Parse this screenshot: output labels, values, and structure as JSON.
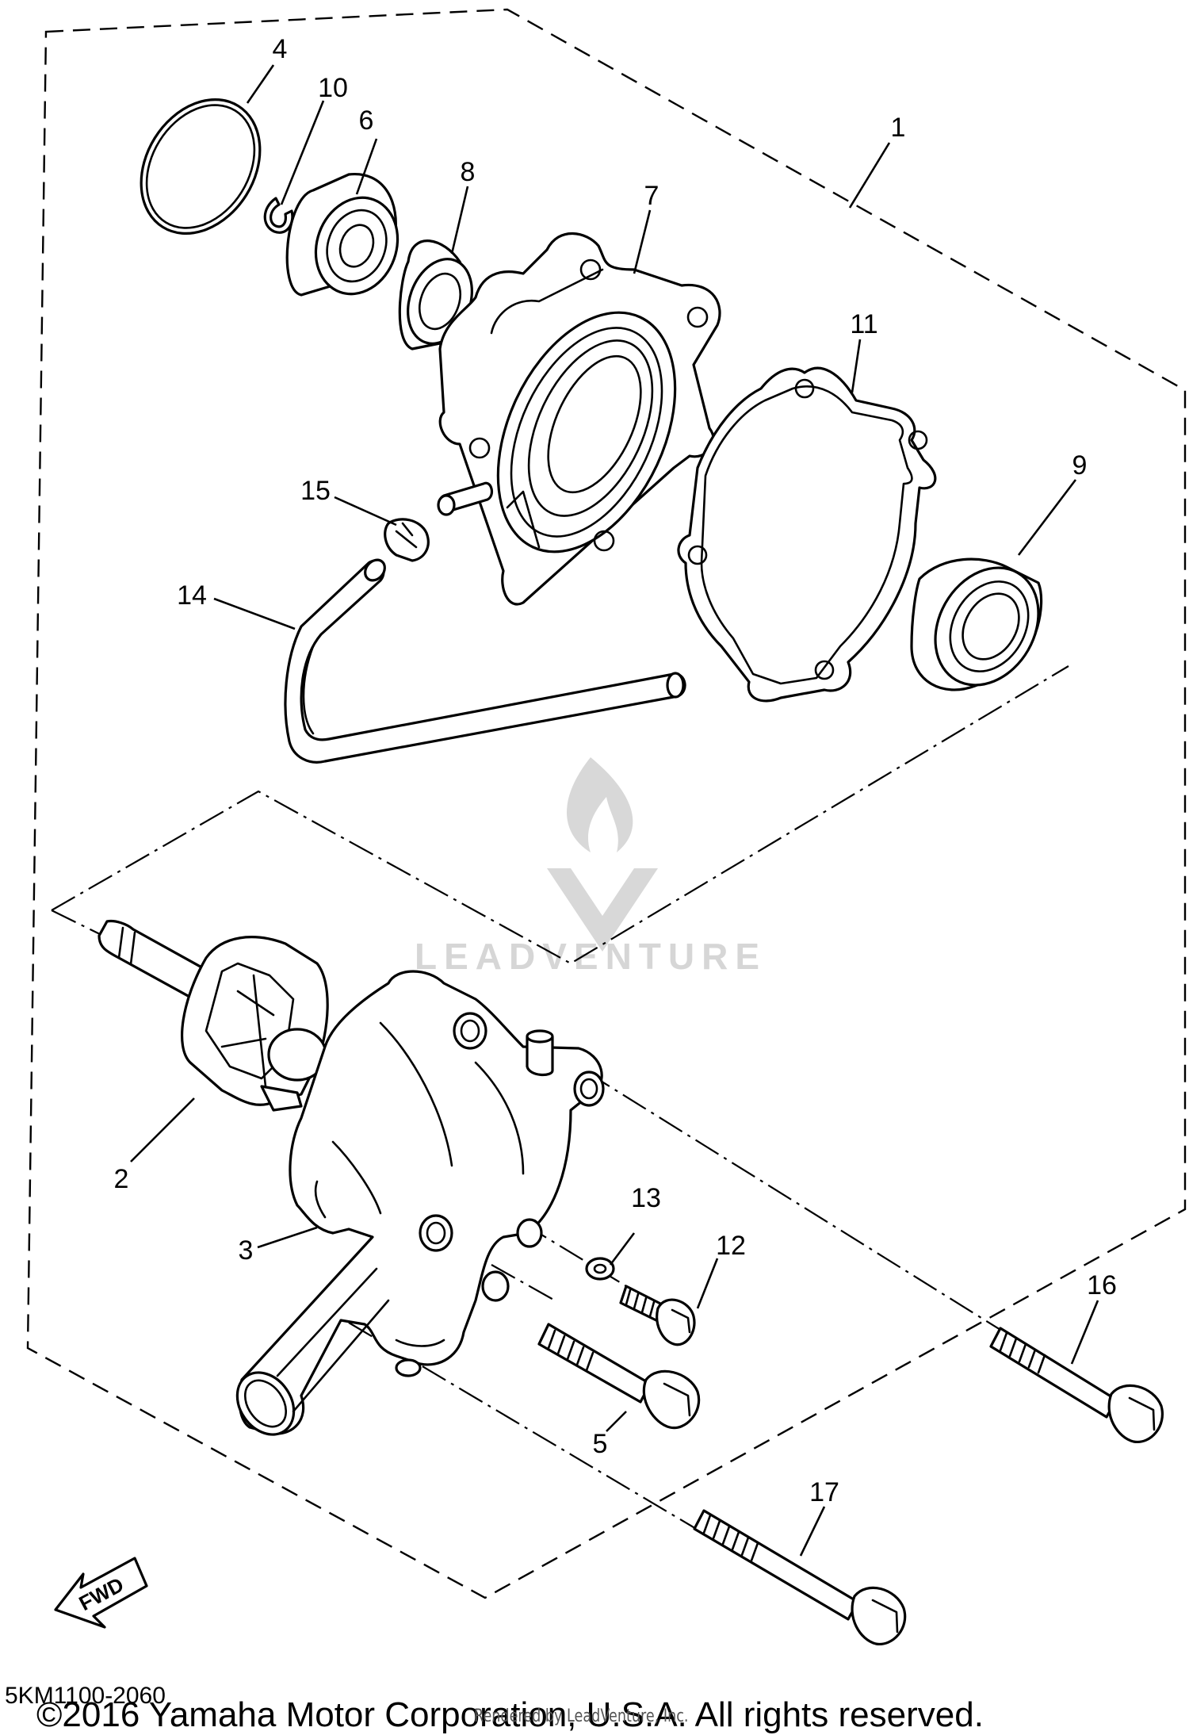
{
  "diagram": {
    "callouts": [
      "1",
      "2",
      "3",
      "4",
      "5",
      "6",
      "7",
      "8",
      "9",
      "10",
      "11",
      "12",
      "13",
      "14",
      "15",
      "16",
      "17"
    ],
    "fwd_label": "FWD",
    "watermark": "LEADVENTURE"
  },
  "footer": {
    "ref_code": "5KM1100-2060",
    "copyright": "©2016 Yamaha Motor Corporation, U.S.A. All rights reserved.",
    "rendered_by": "Rendered by LeadVenture, Inc."
  }
}
